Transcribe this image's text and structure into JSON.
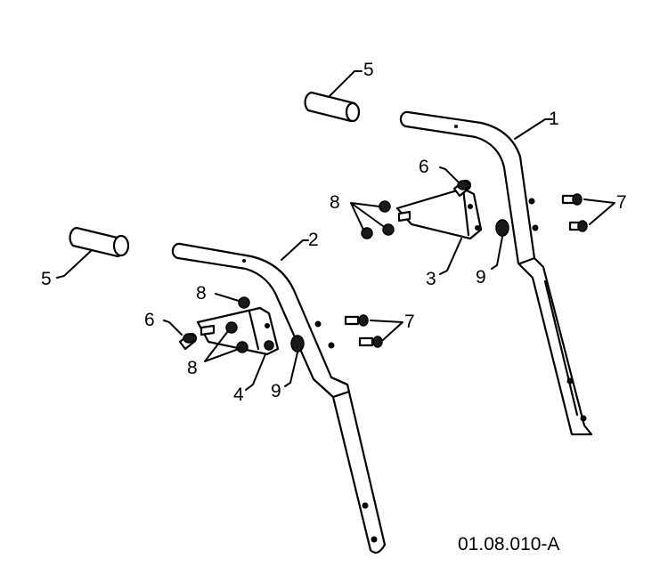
{
  "callouts": {
    "grip_left": "5",
    "grip_right": "5",
    "handle_right": "1",
    "handle_left": "2",
    "bracket_right": "3",
    "bracket_left": "4",
    "bolt_right": "6",
    "bolt_left": "6",
    "screws_right": "7",
    "screws_left": "7",
    "nuts_right": "8",
    "nut_left_top": "8",
    "nuts_left_bottom": "8",
    "washer_right": "9",
    "washer_left": "9"
  },
  "figure_code": "01.08.010-A"
}
